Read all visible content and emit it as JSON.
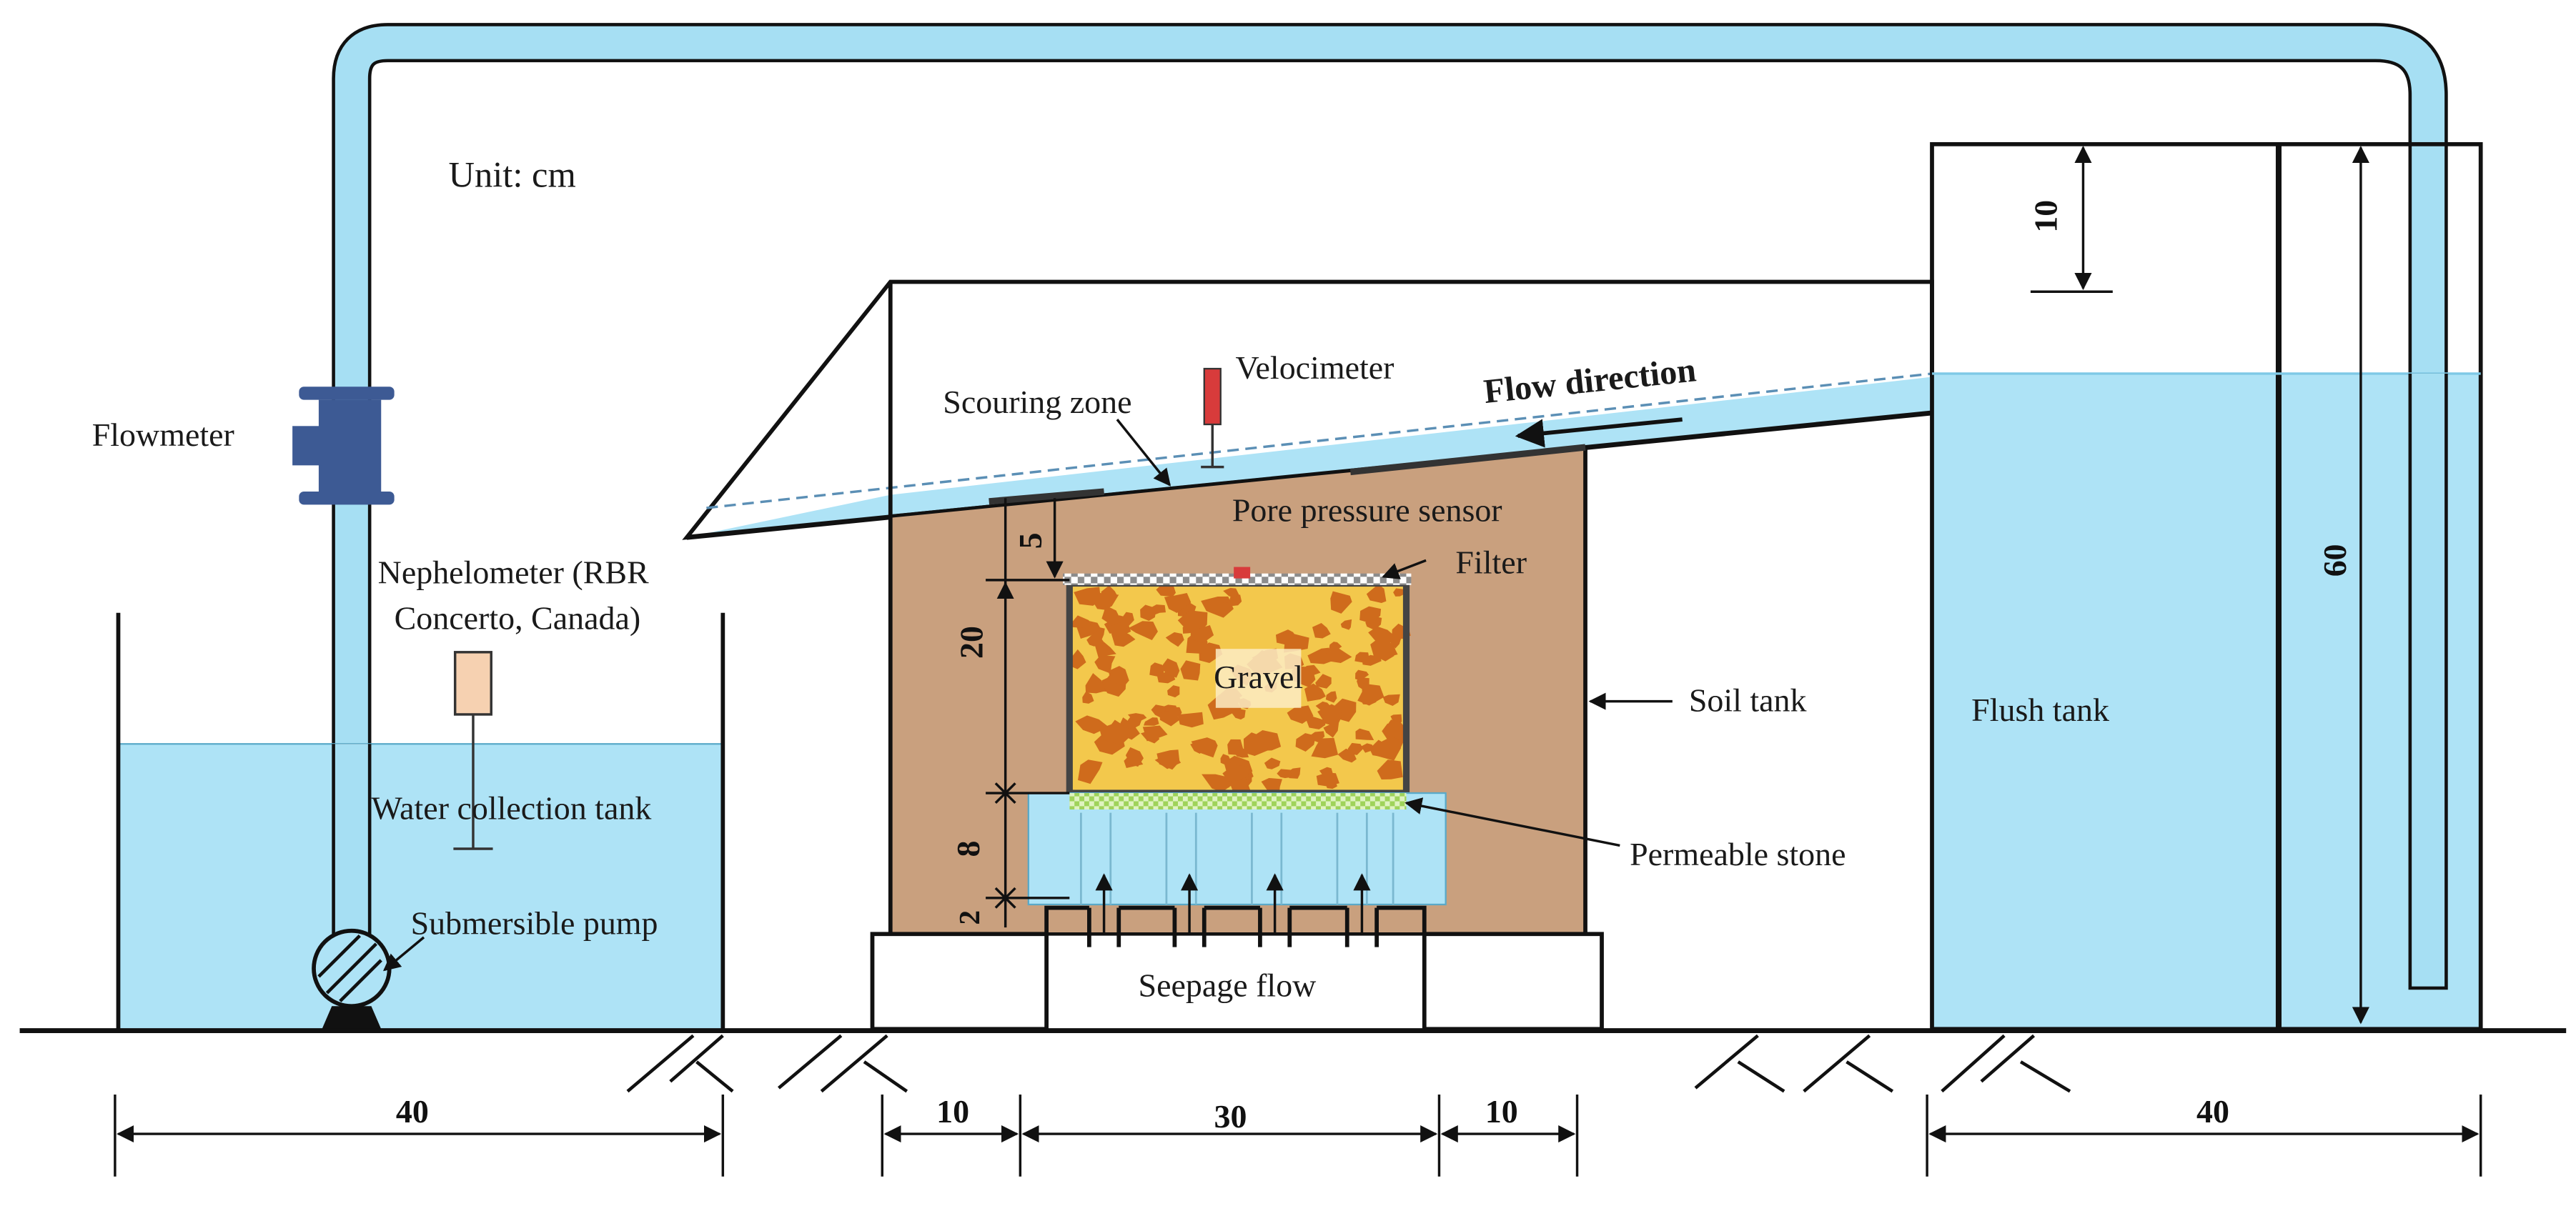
{
  "labels": {
    "unit": "Unit:  cm",
    "flowmeter": "Flowmeter",
    "nephelometer_line1": "Nephelometer (RBR",
    "nephelometer_line2": "Concerto, Canada)",
    "water_collection_tank": "Water collection tank",
    "submersible_pump": "Submersible pump",
    "velocimeter": "Velocimeter",
    "scouring_zone": "Scouring zone",
    "flow_direction": "Flow direction",
    "pore_pressure_sensor": "Pore pressure sensor",
    "filter": "Filter",
    "gravel": "Gravel",
    "soil_tank": "Soil tank",
    "flush_tank": "Flush tank",
    "permeable_stone": "Permeable stone",
    "seepage_flow": "Seepage flow"
  },
  "dimensions": {
    "left_width": "40",
    "soil_left_width": "10",
    "gravel_width": "30",
    "soil_right_width": "10",
    "right_width": "40",
    "flush_top": "10",
    "flush_height": "60",
    "cover_depth": "5",
    "gravel_depth": "20",
    "stone_depth": "8",
    "base_depth": "2"
  },
  "colors": {
    "water": "#aee3f6",
    "pipe": "#a6dff3",
    "soil": "#c9a07e",
    "gravel_bg": "#f3c84c",
    "gravel_stone": "#cf6b1c",
    "permeable_stone": "#9fd35a",
    "flowmeter": "#3d5a94",
    "velocimeter": "#d83b3b",
    "nephelometer": "#f6d1b1"
  }
}
